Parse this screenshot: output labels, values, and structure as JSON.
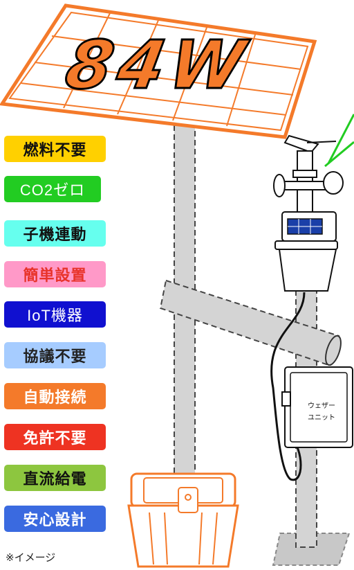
{
  "panel": {
    "wattage": "84W"
  },
  "features": [
    {
      "label": "燃料不要",
      "bg": "#ffd000",
      "fg": "#111111"
    },
    {
      "label": "CO2ゼロ",
      "bg": "#22cc22",
      "fg": "#ffffff"
    },
    {
      "label": "子機連動",
      "bg": "#66ffee",
      "fg": "#111111"
    },
    {
      "label": "簡単設置",
      "bg": "#ff99c8",
      "fg": "#e8332a"
    },
    {
      "label": "IoT機器",
      "bg": "#1010d0",
      "fg": "#ffffff"
    },
    {
      "label": "協議不要",
      "bg": "#a6ccff",
      "fg": "#222222"
    },
    {
      "label": "自動接続",
      "bg": "#f47a2a",
      "fg": "#ffffff"
    },
    {
      "label": "免許不要",
      "bg": "#ee3322",
      "fg": "#ffffff"
    },
    {
      "label": "直流給電",
      "bg": "#8dc63f",
      "fg": "#111111"
    },
    {
      "label": "安心設計",
      "bg": "#3a6ae0",
      "fg": "#ffffff"
    }
  ],
  "unit": {
    "line1": "ウェザー",
    "line2": "ユニット"
  },
  "note": "※イメージ",
  "colors": {
    "accent": "#f47a2a",
    "pole": "#d4d4d4",
    "solar": "#1a3fa8"
  }
}
